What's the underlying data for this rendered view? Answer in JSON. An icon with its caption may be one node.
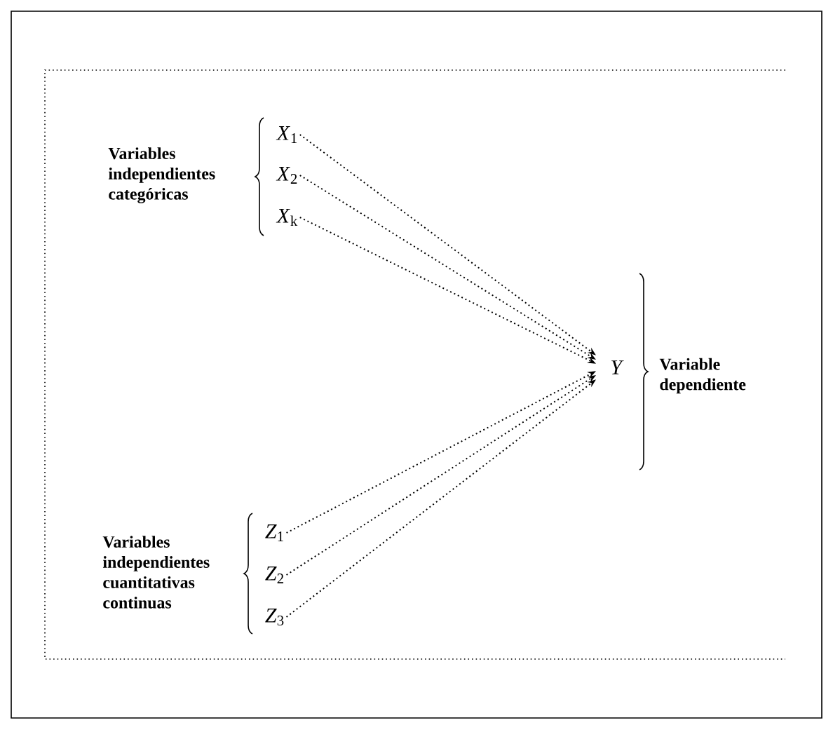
{
  "diagram": {
    "nodes": [
      {
        "text": [
          "*X*$_{1}$"
        ]
      },
      {
        "text": [
          "*X*$_{2}$"
        ]
      },
      {
        "text": [
          "*X*$_{k}$"
        ]
      },
      {
        "text": [
          "*Y*"
        ]
      },
      {
        "text": [
          "*Z*$_{1}$"
        ]
      },
      {
        "text": [
          "*Z*$_{2}$"
        ]
      },
      {
        "text": [
          "*Z*$_{3}$"
        ]
      }
    ],
    "edges": [
      {
        "from": 0,
        "to": 3,
        "arrow": "to"
      },
      {
        "from": 1,
        "to": 3,
        "arrow": "to"
      },
      {
        "from": 2,
        "to": 3,
        "arrow": "to"
      },
      {
        "from": 4,
        "to": 3,
        "arrow": "to"
      },
      {
        "from": 5,
        "to": 3,
        "arrow": "to"
      },
      {
        "from": 6,
        "to": 3,
        "arrow": "to"
      }
    ],
    "labels": [
      "Variables independientes categóricas",
      "Variable dependiente",
      "Variables independientes cuantitativas continuas"
    ]
  }
}
